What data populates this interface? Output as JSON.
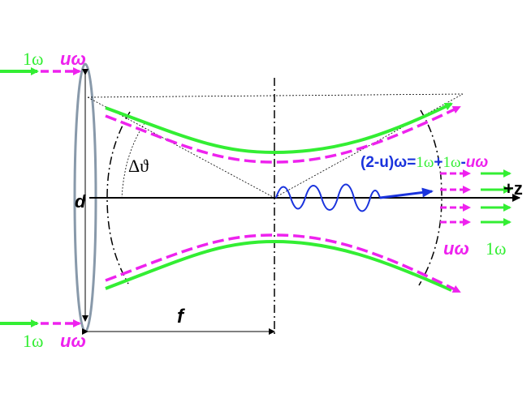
{
  "labels": {
    "in_top_1w": "1ω",
    "in_top_uw": "uω",
    "in_bot_1w": "1ω",
    "in_bot_uw": "uω",
    "out_uw": "uω",
    "out_1w": "1ω",
    "d": "d",
    "f": "f",
    "angle": "Δϑ",
    "axis": "+z",
    "eq_lhs": "(2-u)ω",
    "eq_eq": "=",
    "eq_t1": "1ω",
    "eq_p1": "+",
    "eq_t2": "1ω",
    "eq_m": "-",
    "eq_t3": "uω"
  },
  "colors": {
    "green": "#33ee33",
    "magenta": "#ee22ee",
    "blue": "#1a33dd",
    "black": "#000000",
    "lens": "#8899aa"
  }
}
